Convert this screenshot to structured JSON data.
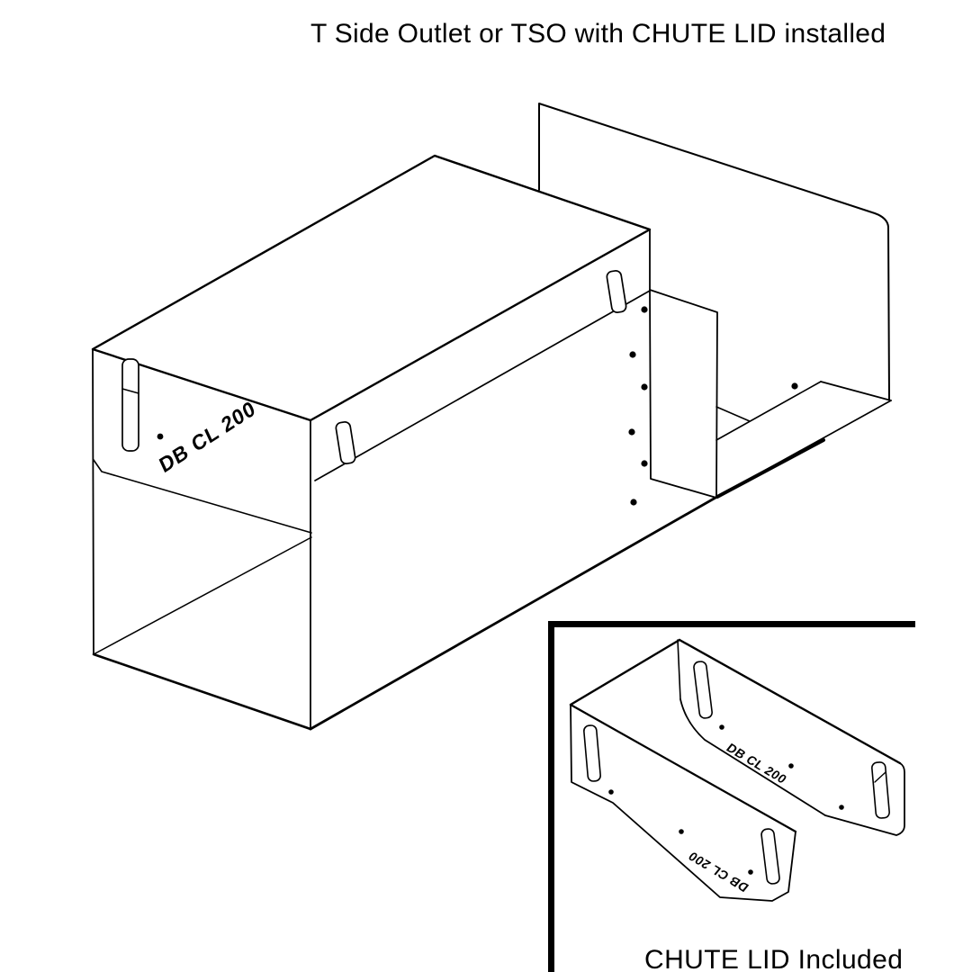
{
  "title": "T Side Outlet or TSO with CHUTE LID installed",
  "main_drawing": {
    "part_label": "DB CL 200"
  },
  "inset": {
    "caption": "CHUTE LID Included",
    "part_label_top": "DB CL 200",
    "part_label_bottom": "DB CL 200"
  },
  "colors": {
    "line": "#000000",
    "background": "#ffffff"
  }
}
